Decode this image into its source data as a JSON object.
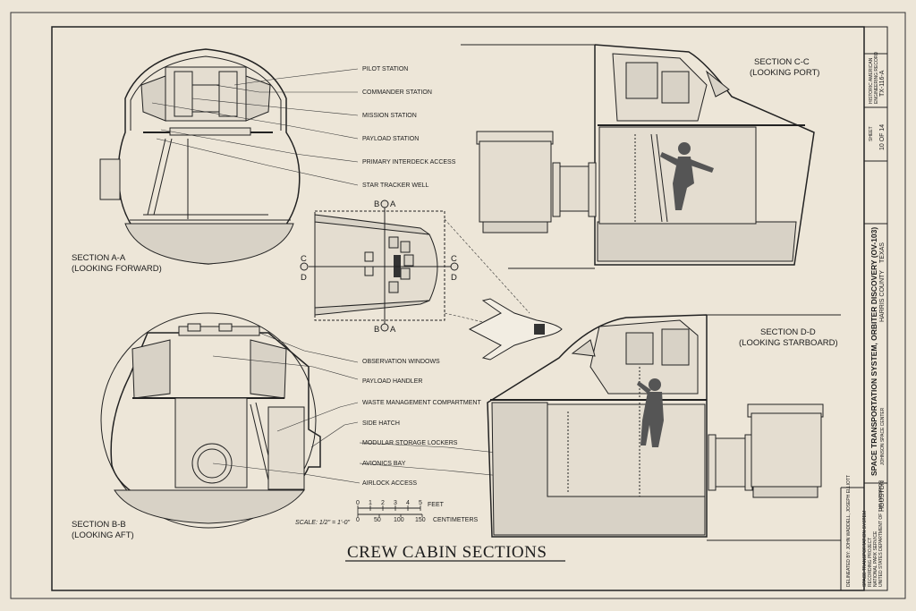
{
  "drawing": {
    "title": "CREW CABIN SECTIONS",
    "sections": {
      "aa": [
        "SECTION A-A",
        "(LOOKING FORWARD)"
      ],
      "bb": [
        "SECTION B-B",
        "(LOOKING AFT)"
      ],
      "cc": [
        "SECTION C-C",
        "(LOOKING PORT)"
      ],
      "dd": [
        "SECTION D-D",
        "(LOOKING STARBOARD)"
      ]
    },
    "callouts_top": [
      "PILOT STATION",
      "COMMANDER STATION",
      "MISSION STATION",
      "PAYLOAD STATION",
      "PRIMARY INTERDECK ACCESS",
      "STAR TRACKER WELL"
    ],
    "callouts_bottom": [
      "OBSERVATION WINDOWS",
      "PAYLOAD HANDLER",
      "WASTE MANAGEMENT COMPARTMENT",
      "SIDE HATCH",
      "MODULAR STORAGE LOCKERS",
      "AVIONICS BAY",
      "AIRLOCK ACCESS"
    ],
    "cut_marks": {
      "a": "A",
      "b": "B",
      "c": "C",
      "d": "D"
    },
    "scale": {
      "label": "SCALE: 1/2\" = 1'-0\"",
      "feet_ticks": [
        "0",
        "1",
        "2",
        "3",
        "4",
        "5"
      ],
      "feet_unit": "FEET",
      "cm_ticks": [
        "0",
        "50",
        "100",
        "150"
      ],
      "cm_unit": "CENTIMETERS"
    }
  },
  "title_block": {
    "main": "SPACE TRANSPORTATION SYSTEM, ORBITER DISCOVERY (OV-103)",
    "location_line": "JOHNSON SPACE CENTER",
    "city": "HOUSTON",
    "county": "HARRIS COUNTY",
    "state": "TEXAS",
    "survey_number": "TX-116-A",
    "sheet": "10 OF 14",
    "sheet_label": "SHEET",
    "agency_lines": [
      "HISTORIC AMERICAN",
      "ENGINEERING RECORD"
    ],
    "delineated": "DELINEATED BY: JOHN WADDELL, JOSEPH ELLIOTT",
    "program_lines": [
      "SPACE TRANSPORTATION SYSTEM",
      "RECORDING PROJECT",
      "NATIONAL PARK SERVICE",
      "UNITED STATES DEPARTMENT OF THE INTERIOR"
    ]
  }
}
